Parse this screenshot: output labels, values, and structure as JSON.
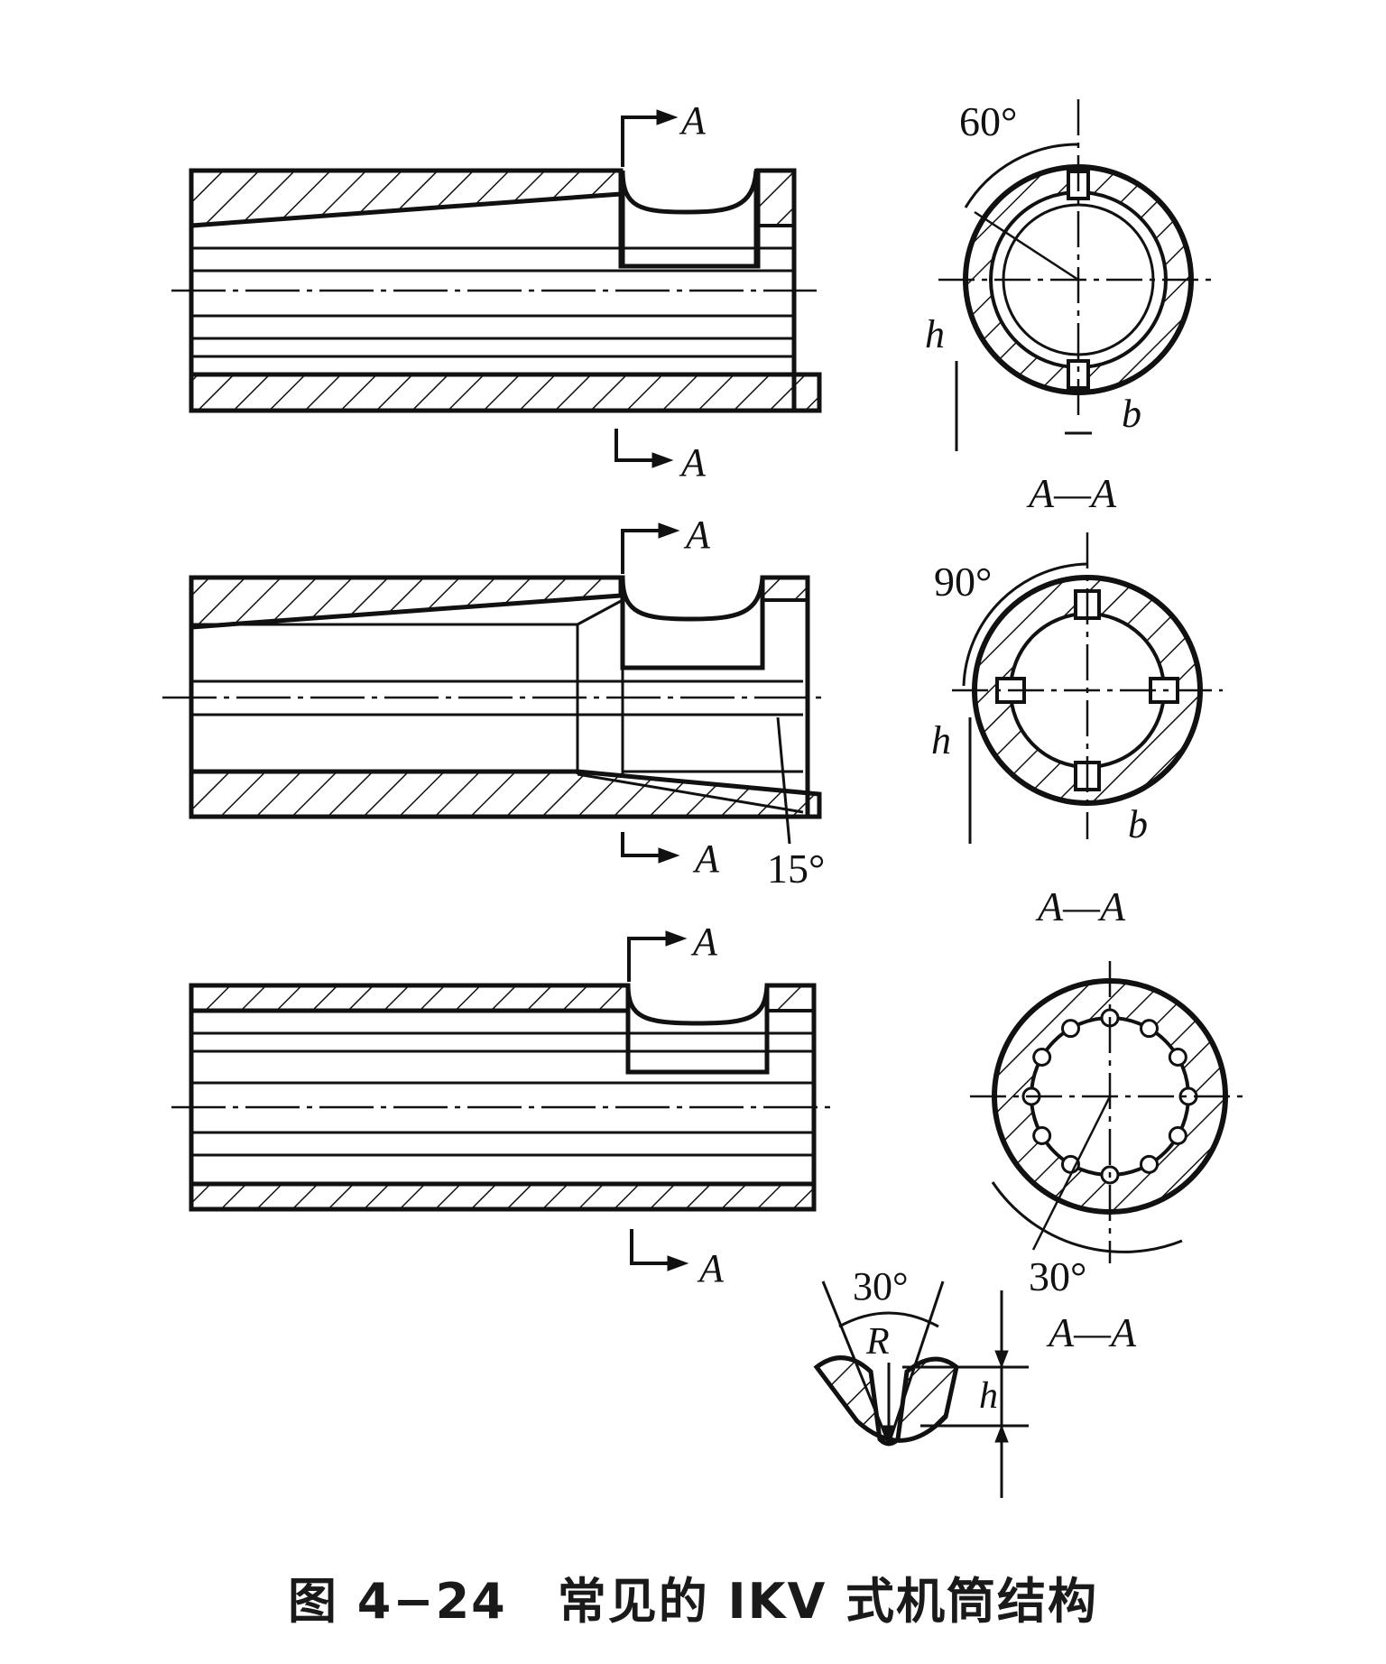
{
  "caption": "图 4−24　常见的 IKV 式机筒结构",
  "section_letter": "A",
  "section_label": "A—A",
  "dim_h": "h",
  "dim_b": "b",
  "dim_R": "R",
  "angle_60": "60°",
  "angle_90": "90°",
  "angle_15": "15°",
  "angle_30_section": "30°",
  "angle_30_groove": "30°",
  "colors": {
    "ink": "#111111",
    "paper": "#ffffff"
  }
}
